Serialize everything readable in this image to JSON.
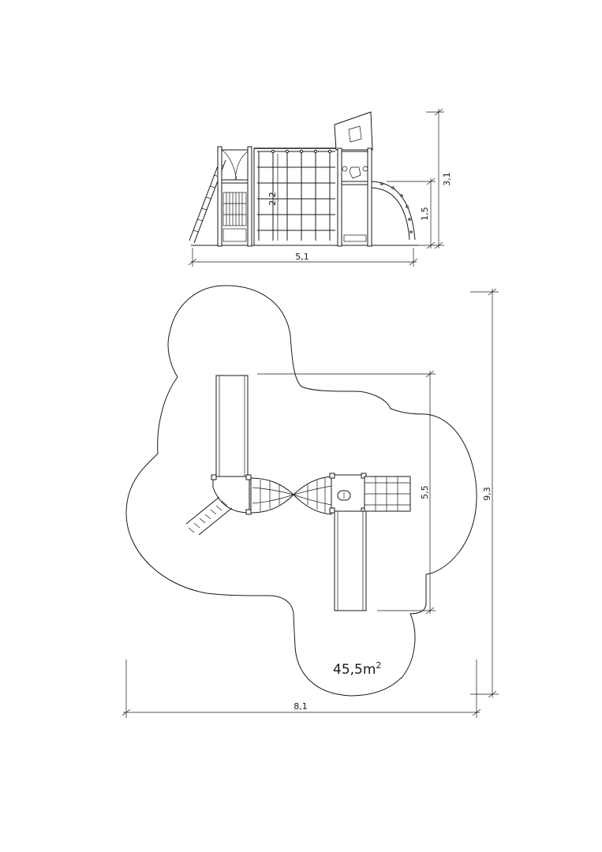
{
  "side_view": {
    "width_label": "5,1",
    "net_height_label": "2,2",
    "platform_height_label": "1,5",
    "total_height_label": "3,1"
  },
  "plan_view": {
    "width_label": "8,1",
    "height_label": "9,3",
    "inner_length_label": "5,5",
    "area_value": "45,5m",
    "area_exponent": "2"
  }
}
